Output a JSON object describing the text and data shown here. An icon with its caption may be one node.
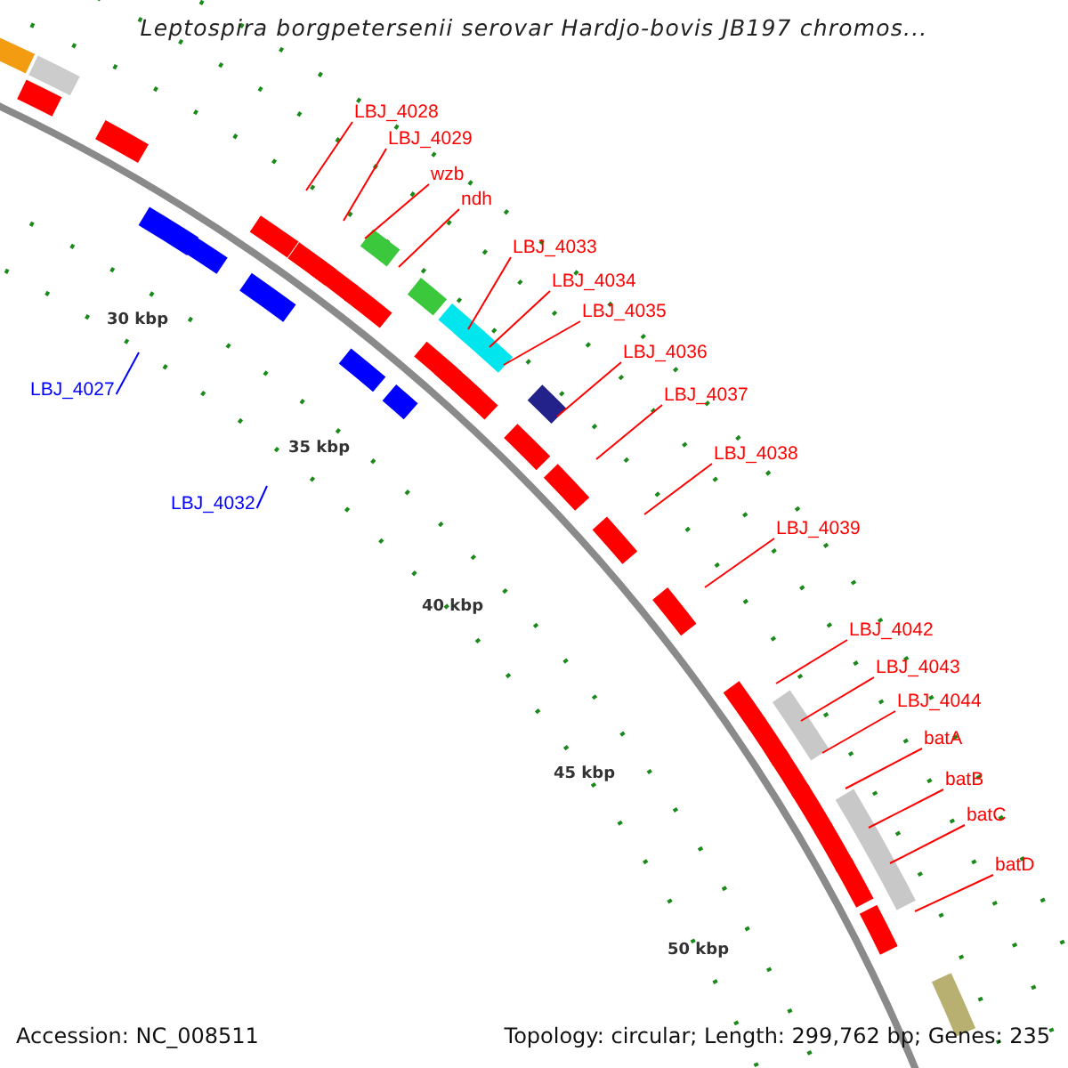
{
  "diagram": {
    "title": "Leptospira borgpetersenii serovar Hardjo-bovis JB197 chromos...",
    "nodes": [
      {
        "text": [
          "LBJ_4028"
        ]
      },
      {
        "text": [
          "LBJ_4029"
        ]
      },
      {
        "text": [
          "wzb"
        ]
      },
      {
        "text": [
          "ndh"
        ]
      },
      {
        "text": [
          "LBJ_4033"
        ]
      },
      {
        "text": [
          "LBJ_4034"
        ]
      },
      {
        "text": [
          "LBJ_4035"
        ]
      },
      {
        "text": [
          "LBJ_4036"
        ]
      },
      {
        "text": [
          "LBJ_4027"
        ]
      },
      {
        "text": [
          "LBJ_4037"
        ]
      },
      {
        "text": [
          "LBJ_4038"
        ]
      },
      {
        "text": [
          "LBJ_4032"
        ]
      },
      {
        "text": [
          "LBJ_4039"
        ]
      },
      {
        "text": [
          "LBJ_4042"
        ]
      },
      {
        "text": [
          "LBJ_4043"
        ]
      },
      {
        "text": [
          "LBJ_4044"
        ]
      },
      {
        "text": [
          "batA"
        ]
      },
      {
        "text": [
          "batB"
        ]
      },
      {
        "text": [
          "batC"
        ]
      },
      {
        "text": [
          "batD"
        ]
      }
    ],
    "edges": [
      {
        "from": 0,
        "to": null,
        "arrow": "none"
      },
      {
        "from": 1,
        "to": null,
        "arrow": "none"
      },
      {
        "from": 2,
        "to": null,
        "arrow": "none"
      },
      {
        "from": 3,
        "to": null,
        "arrow": "none"
      },
      {
        "from": 4,
        "to": null,
        "arrow": "none"
      },
      {
        "from": 5,
        "to": null,
        "arrow": "none"
      },
      {
        "from": 6,
        "to": null,
        "arrow": "none"
      },
      {
        "from": 7,
        "to": null,
        "arrow": "none"
      },
      {
        "from": 8,
        "to": null,
        "arrow": "none",
        "color": "#0000ff"
      },
      {
        "from": 9,
        "to": null,
        "arrow": "none"
      },
      {
        "from": 10,
        "to": null,
        "arrow": "none"
      },
      {
        "from": 11,
        "to": null,
        "arrow": "none",
        "color": "#0000ff"
      },
      {
        "from": 12,
        "to": null,
        "arrow": "none"
      },
      {
        "from": 13,
        "to": null,
        "arrow": "none"
      },
      {
        "from": 14,
        "to": null,
        "arrow": "none"
      },
      {
        "from": 15,
        "to": null,
        "arrow": "none"
      },
      {
        "from": 16,
        "to": null,
        "arrow": "none"
      },
      {
        "from": 17,
        "to": null,
        "arrow": "none"
      },
      {
        "from": 18,
        "to": null,
        "arrow": "none"
      },
      {
        "from": 19,
        "to": null,
        "arrow": "none"
      }
    ],
    "labels": [
      "30 kbp",
      "35 kbp",
      "40 kbp",
      "45 kbp",
      "50 kbp",
      "Accession: NC_008511",
      "Topology: circular; Length: 299,762 bp; Genes: 235"
    ]
  }
}
